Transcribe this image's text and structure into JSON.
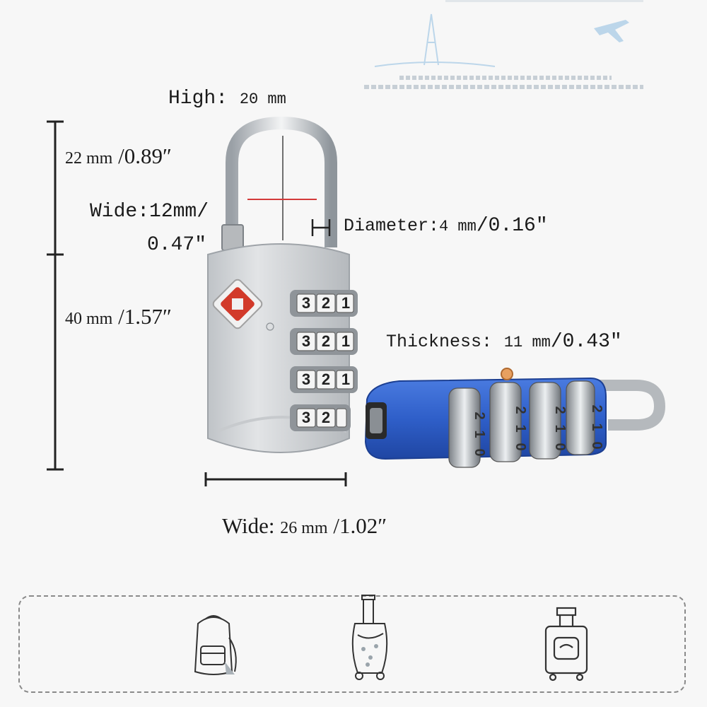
{
  "labels": {
    "high_word": "High:",
    "high_value": "20 mm",
    "top_height": "22 mm",
    "top_height_inch": "/0.89″",
    "wide_small_word": "Wide:",
    "wide_small_value": "12mm/",
    "wide_small_inch": "0.47″",
    "diameter_word": "Diameter:",
    "diameter_value": "4 mm",
    "diameter_inch": "/0.16″",
    "body_height": "40 mm",
    "body_height_inch": "/1.57″",
    "thickness_word": "Thickness:",
    "thickness_value": "11 mm",
    "thickness_inch": "/0.43″",
    "wide_word": "Wide:",
    "wide_value": "26 mm",
    "wide_inch": "/1.02″"
  },
  "dials": {
    "silver_rows": [
      [
        "3",
        "2",
        "1"
      ],
      [
        "3",
        "2",
        "1"
      ],
      [
        "3",
        "2",
        "1"
      ],
      [
        "3",
        "2"
      ]
    ],
    "blue_digits": [
      "2",
      "1",
      "0"
    ]
  },
  "icons": [
    "backpack-icon",
    "rolling-trolley-bag-icon",
    "suitcase-icon"
  ],
  "colors": {
    "background": "#f7f7f7",
    "silver_body": "#d3d6d9",
    "blue_body": "#2f5fc9",
    "tsa_red": "#d23a2a",
    "measure_line": "#222222",
    "red_line": "#d43a3a"
  }
}
